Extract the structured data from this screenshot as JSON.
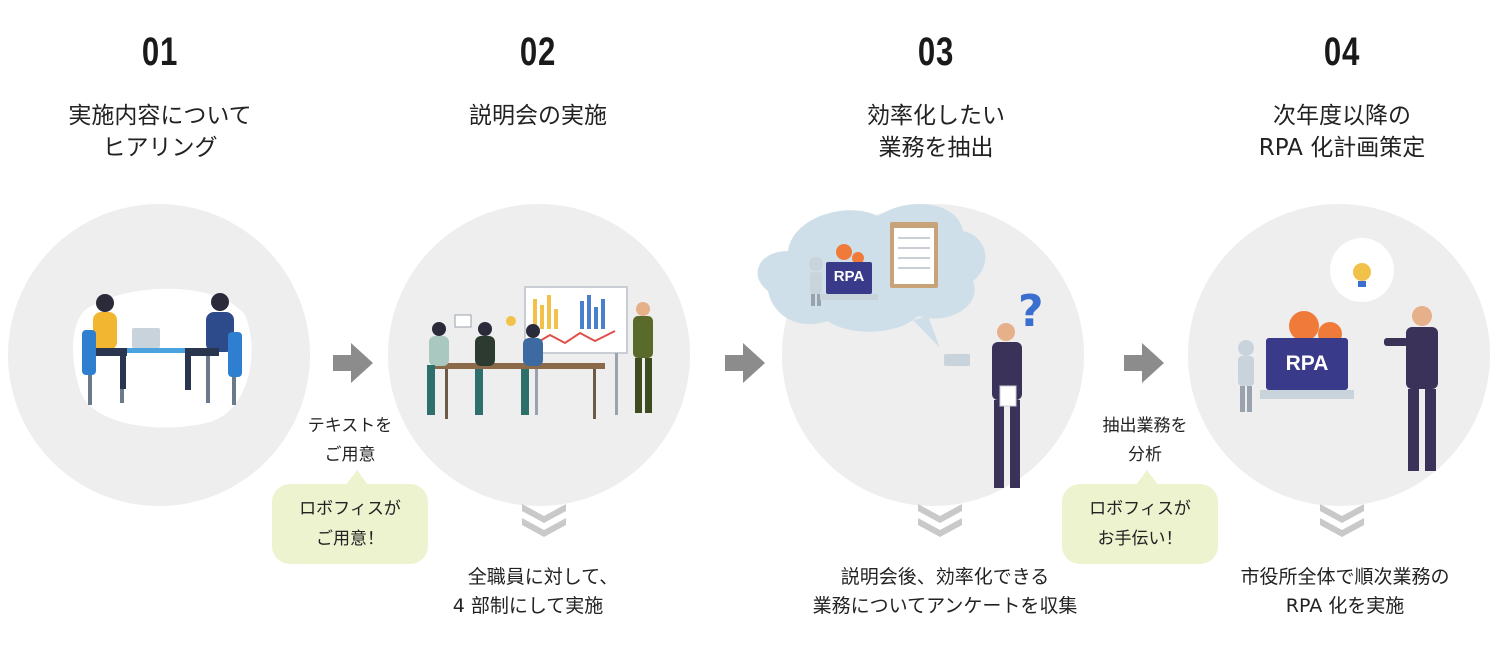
{
  "steps": [
    {
      "num": "01",
      "title_l1": "実施内容について",
      "title_l2": "ヒアリング"
    },
    {
      "num": "02",
      "title_l1": "説明会の実施",
      "title_l2": ""
    },
    {
      "num": "03",
      "title_l1": "効率化したい",
      "title_l2": "業務を抽出"
    },
    {
      "num": "04",
      "title_l1": "次年度以降の",
      "title_l2": "RPA 化計画策定"
    }
  ],
  "notes": {
    "n1_l1": "テキストを",
    "n1_l2": "ご用意",
    "n2_l1": "抽出業務を",
    "n2_l2": "分析"
  },
  "bubbles": {
    "b1_l1": "ロボフィスが",
    "b1_l2": "ご用意！",
    "b2_l1": "ロボフィスが",
    "b2_l2": "お手伝い！"
  },
  "captions": {
    "c2_l1": "全職員に対して、",
    "c2_l2": "4 部制にして実施",
    "c3_l1": "説明会後、効率化できる",
    "c3_l2": "業務についてアンケートを収集",
    "c4_l1": "市役所全体で順次業務の",
    "c4_l2": "RPA 化を実施"
  },
  "labels": {
    "rpa": "RPA"
  },
  "colors": {
    "circle": "#eeeeee",
    "bubble": "#edf2cf",
    "arrow": "#8c8c8c",
    "chevron": "#c9c9c9",
    "cloud": "#cfdfe9"
  }
}
